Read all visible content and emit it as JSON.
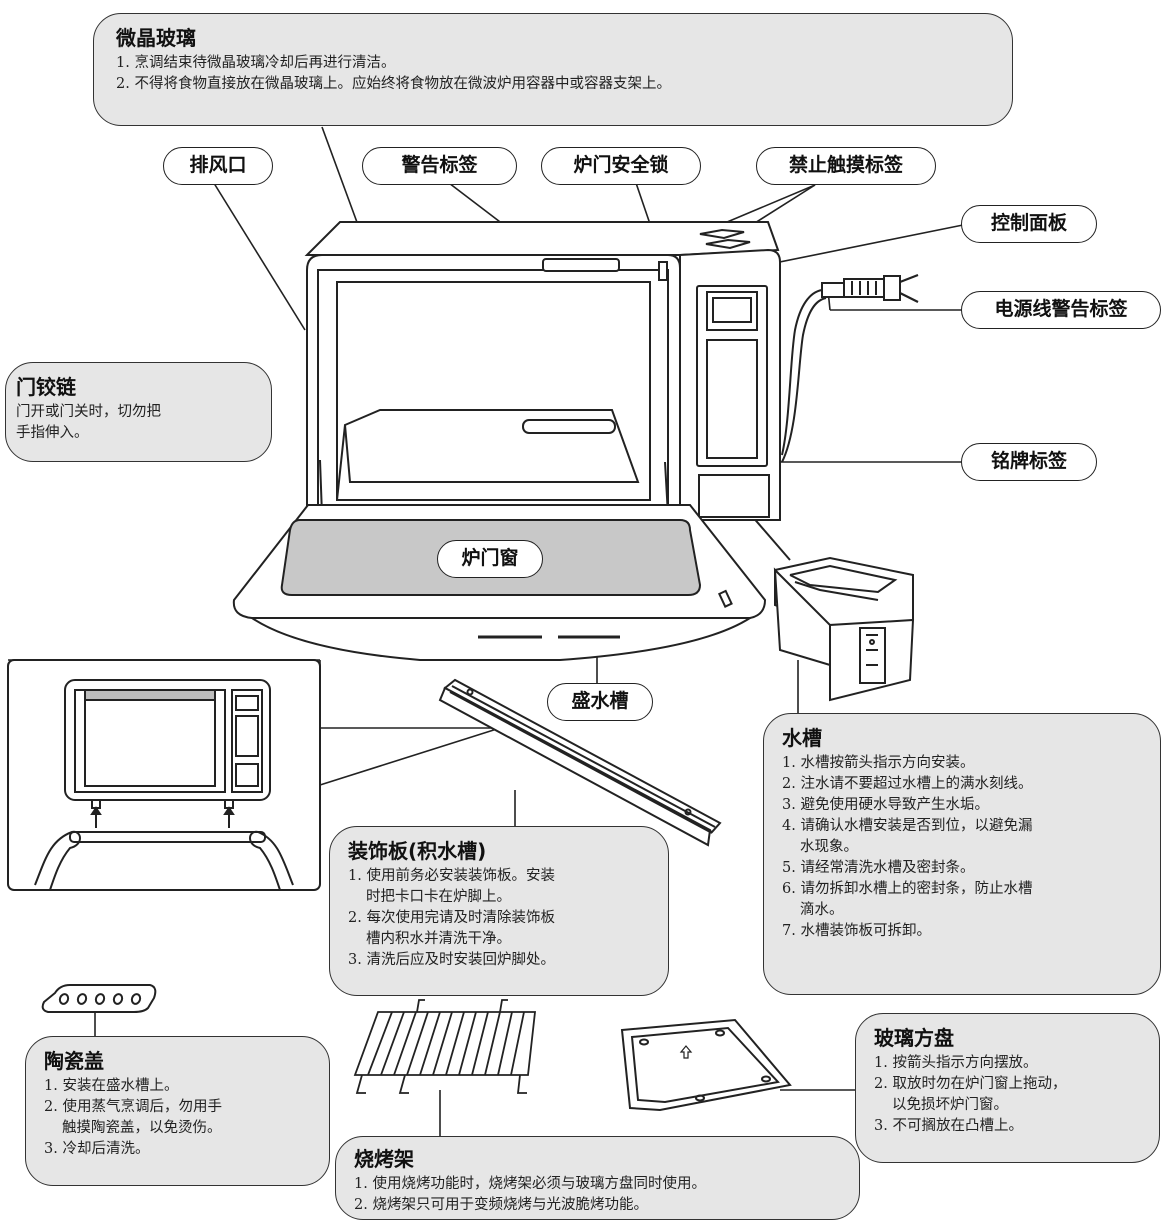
{
  "callouts": {
    "glass": {
      "title": "微晶玻璃",
      "lines": [
        "1. 烹调结束待微晶玻璃冷却后再进行清洁。",
        "2. 不得将食物直接放在微晶玻璃上。应始终将食物放在微波炉用容器中或容器支架上。"
      ]
    },
    "hinge": {
      "title": "门铰链",
      "lines": [
        "门开或门关时，切勿把",
        "手指伸入。"
      ]
    },
    "tank": {
      "title": "水槽",
      "lines": [
        "1. 水槽按箭头指示方向安装。",
        "2. 注水请不要超过水槽上的满水刻线。",
        "3. 避免使用硬水导致产生水垢。",
        "4. 请确认水槽安装是否到位，以避免漏",
        "水现象。",
        "5. 请经常清洗水槽及密封条。",
        "6. 请勿拆卸水槽上的密封条，防止水槽",
        "滴水。",
        "7. 水槽装饰板可拆卸。"
      ]
    },
    "trim": {
      "title": "装饰板(积水槽)",
      "lines": [
        "1. 使用前务必安装装饰板。安装",
        "时把卡口卡在炉脚上。",
        "2. 每次使用完请及时清除装饰板",
        "槽内积水并清洗干净。",
        "3. 清洗后应及时安装回炉脚处。"
      ]
    },
    "ceramic": {
      "title": "陶瓷盖",
      "lines": [
        "1. 安装在盛水槽上。",
        "2. 使用蒸气烹调后，勿用手",
        "触摸陶瓷盖，以免烫伤。",
        "3. 冷却后清洗。"
      ]
    },
    "tray": {
      "title": "玻璃方盘",
      "lines": [
        "1. 按箭头指示方向摆放。",
        "2. 取放时勿在炉门窗上拖动，",
        "以免损坏炉门窗。",
        "3. 不可搁放在凸槽上。"
      ]
    },
    "rack": {
      "title": "烧烤架",
      "lines": [
        "1. 使用烧烤功能时，烧烤架必须与玻璃方盘同时使用。",
        "2. 烧烤架只可用于变频烧烤与光波脆烤功能。"
      ]
    }
  },
  "labels": {
    "vent": "排风口",
    "warning_label": "警告标签",
    "door_lock": "炉门安全锁",
    "no_touch": "禁止触摸标签",
    "control_panel": "控制面板",
    "cord_label": "电源线警告标签",
    "nameplate": "铭牌标签",
    "door_window": "炉门窗",
    "water_box": "盛水槽"
  },
  "colors": {
    "box_fill": "#e6e6e6",
    "line": "#222222",
    "window_fill": "#c8c8c8"
  },
  "icons": [
    "microwave-oven",
    "water-tank",
    "trim-plate",
    "ceramic-cover",
    "grill-rack",
    "glass-tray",
    "power-plug",
    "hands-installing-trim"
  ]
}
